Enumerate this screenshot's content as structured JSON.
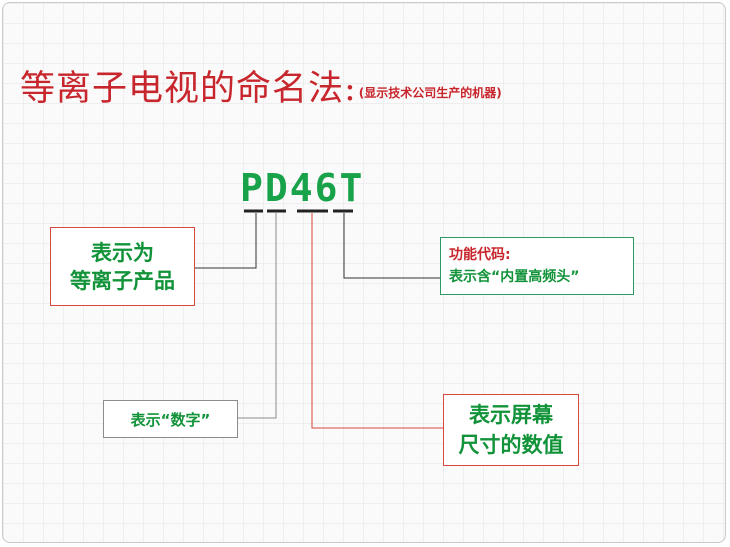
{
  "title": {
    "main": "等离子电视的命名法:",
    "sub": "(显示技术公司生产的机器)"
  },
  "model_code": "PD46T",
  "boxes": {
    "product": {
      "line1": "表示为",
      "line2": "等离子产品"
    },
    "function": {
      "line1": "功能代码:",
      "line2": "表示含“内置高频头”"
    },
    "digit": {
      "text": "表示“数字”"
    },
    "size": {
      "line1": "表示屏幕",
      "line2": "尺寸的数值"
    }
  },
  "colors": {
    "title_red": "#c8262d",
    "text_green": "#12933a",
    "model_green": "#18a24a",
    "connector_red": "#d9473f",
    "connector_gray": "#8c8c8c",
    "connector_dark": "#333333"
  }
}
